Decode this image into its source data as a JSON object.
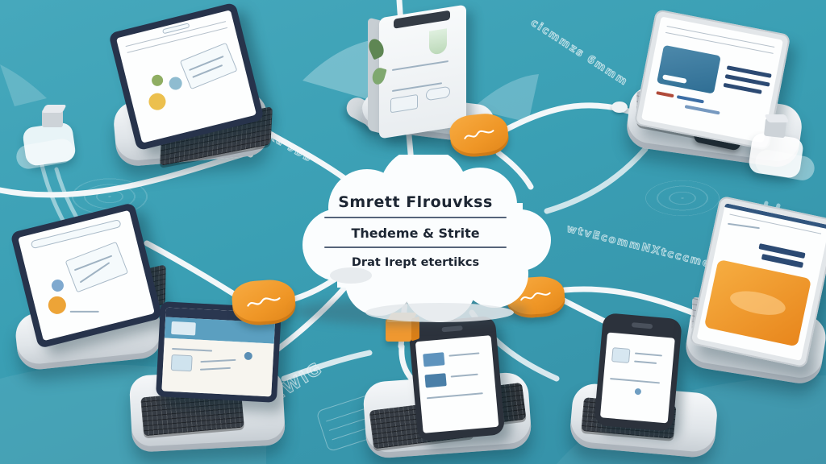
{
  "scene": {
    "description": "Isometric illustration of desktop computers, phones and servers connected by white cables to a central white cloud",
    "background_color": "#3a9fb4"
  },
  "cloud": {
    "line1": "Smrett Flrouvkss",
    "line2": "Thedeme & Strite",
    "line3": "Drat Irept etertikcs",
    "fill_color": "#fbfdfe",
    "text_color": "#1d2633"
  },
  "tags": {
    "color": "#f09a2d",
    "glyph": "signature-squiggle"
  },
  "watermarks": {
    "upper_left": "SOaka 9DB",
    "upper_right": "cicmmzs 6mmm",
    "mid_right": "wtvEcommNXtcccmek",
    "bottom_left": "DUAYCLEWIG"
  },
  "colors": {
    "background_teal": "#3a9fb4",
    "cable_white": "#f3f7f9",
    "monitor_navy": "#27334b",
    "platform_light": "#e8ecef",
    "accent_orange": "#f09a2d",
    "screen_blue": "#4d89ab",
    "keyboard_dark": "#363c44"
  }
}
